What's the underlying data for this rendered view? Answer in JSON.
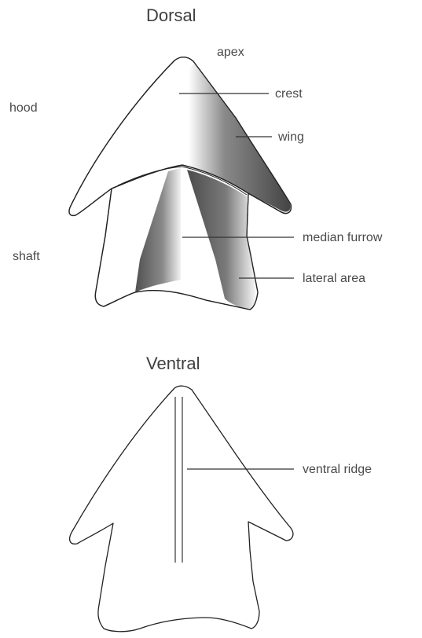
{
  "dorsal_view": {
    "heading": "Dorsal",
    "labels": {
      "apex": "apex",
      "hood": "hood",
      "crest": "crest",
      "wing": "wing",
      "shaft": "shaft",
      "median_furrow": "median furrow",
      "lateral_area": "lateral area"
    }
  },
  "ventral_view": {
    "heading": "Ventral",
    "labels": {
      "ventral_ridge": "ventral ridge"
    }
  },
  "colors": {
    "outline": "#222222",
    "shading_dark": "#4f4f4f",
    "label_text": "#4a4a4a"
  }
}
